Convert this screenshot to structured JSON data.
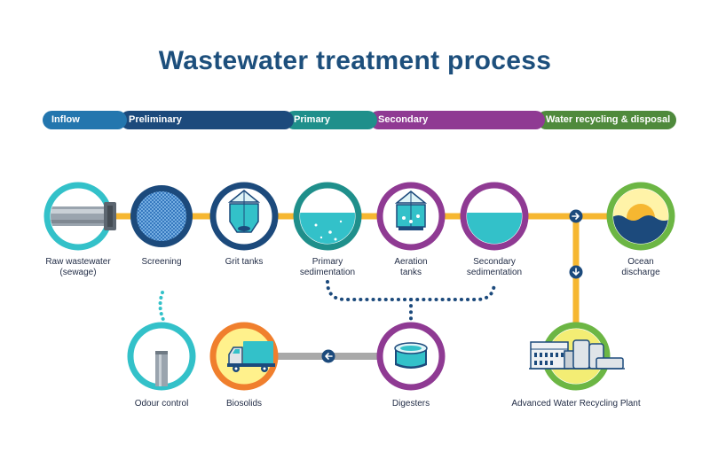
{
  "title": "Wastewater treatment process",
  "stages": [
    {
      "label": "Inflow",
      "color": "#2376ae"
    },
    {
      "label": "Preliminary",
      "color": "#1c4a7c"
    },
    {
      "label": "Primary",
      "color": "#1f8f8b"
    },
    {
      "label": "Secondary",
      "color": "#8f3a93"
    },
    {
      "label": "Water recycling & disposal",
      "color": "#4f8a3c"
    }
  ],
  "nodes": {
    "raw_wastewater": "Raw wastewater\n(sewage)",
    "screening": "Screening",
    "grit_tanks": "Grit tanks",
    "primary_sedimentation": "Primary\nsedimentation",
    "aeration_tanks": "Aeration\ntanks",
    "secondary_sedimentation": "Secondary\nsedimentation",
    "ocean_discharge": "Ocean\ndischarge",
    "odour_control": "Odour control",
    "biosolids": "Biosolids",
    "digesters": "Digesters",
    "advanced_water_recycling_plant": "Advanced Water Recycling Plant"
  },
  "colors": {
    "title": "#1d4f7c",
    "pipe": "#f6b731",
    "sludge_pipe": "#a9a9a9",
    "teal_ring": "#33c1c9",
    "navy_ring": "#1c4a7c",
    "purple_ring": "#8f3a93",
    "green_ring": "#6cb644",
    "orange_ring": "#f07f2d",
    "water": "#33c1c9"
  },
  "icons": [
    "arrow-right-icon",
    "arrow-down-icon",
    "arrow-left-icon",
    "pipe-icon",
    "mesh-screen-icon",
    "grit-tank-icon",
    "water-surface-icon",
    "aeration-tank-icon",
    "ocean-sun-icon",
    "truck-icon",
    "digester-tank-icon",
    "factory-icon",
    "odour-vent-icon"
  ]
}
